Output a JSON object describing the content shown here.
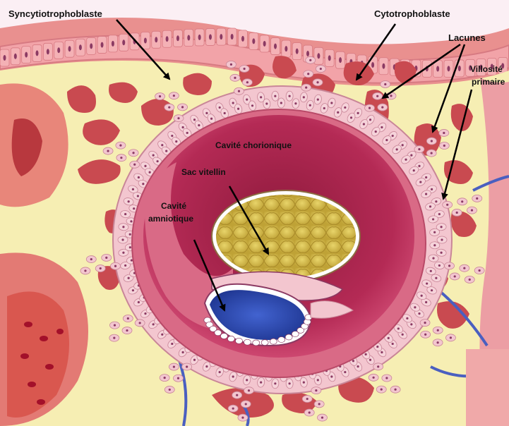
{
  "labels": {
    "syncytiotrophoblaste": "Syncytiotrophoblaste",
    "cytotrophoblaste": "Cytotrophoblaste",
    "lacunes": "Lacunes",
    "villosite_line1": "Villosité",
    "villosite_line2": "primaire",
    "cavite_chorionique": "Cavité chorionique",
    "sac_vitellin": "Sac vitellin",
    "cavite_amniotique_line1": "Cavité",
    "cavite_amniotique_line2": "amniotique"
  },
  "colors": {
    "background": "#fbeff4",
    "outer_tissue": "#e9908f",
    "syncytio_yellow": "#f6eeb3",
    "lacune_red": "#c94a50",
    "chorionic_wall": "#d96a86",
    "chorionic_cavity": "#a8234a",
    "yolk_sac": "#d9bf4a",
    "amniotic_cavity": "#2b46a8",
    "cell_pink": "#f3c6cf",
    "nucleus": "#8b3a63",
    "vessel_blue": "#4a5fc0",
    "arrow": "#000000"
  }
}
